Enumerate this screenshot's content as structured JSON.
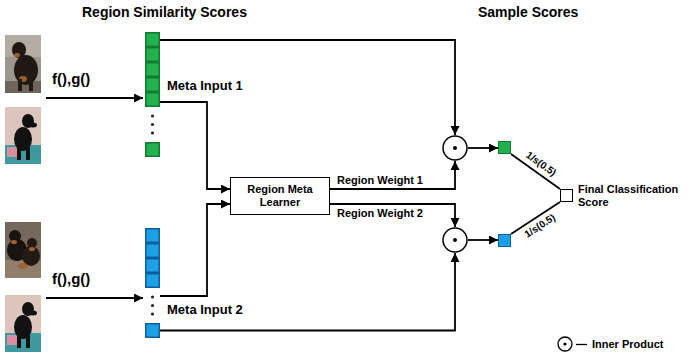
{
  "diagram": {
    "nodes": [
      {
        "text": [
          "Meta Input 1"
        ]
      },
      {
        "text": []
      },
      {
        "text": []
      },
      {
        "text": [
          "Region Meta Learner"
        ]
      },
      {
        "text": [
          "Final Classification Score"
        ]
      },
      {
        "text": []
      },
      {
        "text": []
      },
      {
        "text": [
          "Meta Input 2"
        ]
      }
    ],
    "edges": [
      {
        "from": 0,
        "to": 1,
        "arrow": "to"
      },
      {
        "from": 0,
        "to": 3,
        "arrow": "to"
      },
      {
        "from": 7,
        "to": 3,
        "arrow": "to"
      },
      {
        "from": 7,
        "to": 5,
        "arrow": "to"
      },
      {
        "from": 3,
        "to": 1,
        "arrow": "to",
        "label": "Region Weight 1"
      },
      {
        "from": 3,
        "to": 5,
        "arrow": "to",
        "label": "Region Weight 2"
      },
      {
        "from": 1,
        "to": 2,
        "arrow": "to"
      },
      {
        "from": 5,
        "to": 6,
        "arrow": "to"
      },
      {
        "from": 2,
        "to": 4,
        "arrow": "none",
        "label": "1/s(0.5)"
      },
      {
        "from": 6,
        "to": 4,
        "arrow": "none",
        "label": "1/s(0.5)"
      }
    ],
    "labels": [
      "Region Similarity Scores",
      "Sample Scores",
      "f(),g()",
      "f(),g()"
    ],
    "legend": [
      {
        "text": "Inner Product"
      }
    ]
  }
}
